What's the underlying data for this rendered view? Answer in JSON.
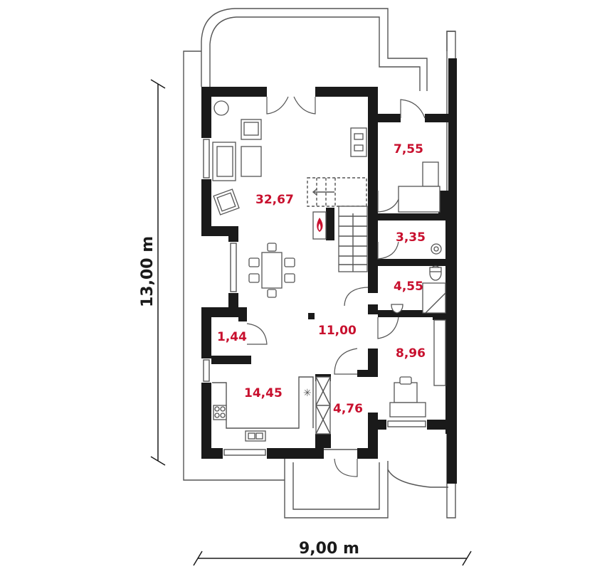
{
  "plan": {
    "dimensions": {
      "height_label": "13,00 m",
      "width_label": "9,00 m"
    },
    "rooms": [
      {
        "key": "living",
        "area": "32,67"
      },
      {
        "key": "entry_top_right",
        "area": "7,55"
      },
      {
        "key": "wc_small",
        "area": "3,35"
      },
      {
        "key": "bathroom",
        "area": "4,55"
      },
      {
        "key": "hall",
        "area": "11,00"
      },
      {
        "key": "pantry",
        "area": "1,44"
      },
      {
        "key": "bedroom",
        "area": "8,96"
      },
      {
        "key": "kitchen",
        "area": "14,45"
      },
      {
        "key": "vestibule",
        "area": "4,76"
      }
    ],
    "colors": {
      "wall": "#1a1a1a",
      "area_label": "#c8102e",
      "line": "#555555"
    },
    "icons": [
      "fireplace-icon",
      "armchair-icon",
      "dining-table-icon",
      "toilet-icon",
      "sink-icon",
      "stove-icon"
    ]
  }
}
